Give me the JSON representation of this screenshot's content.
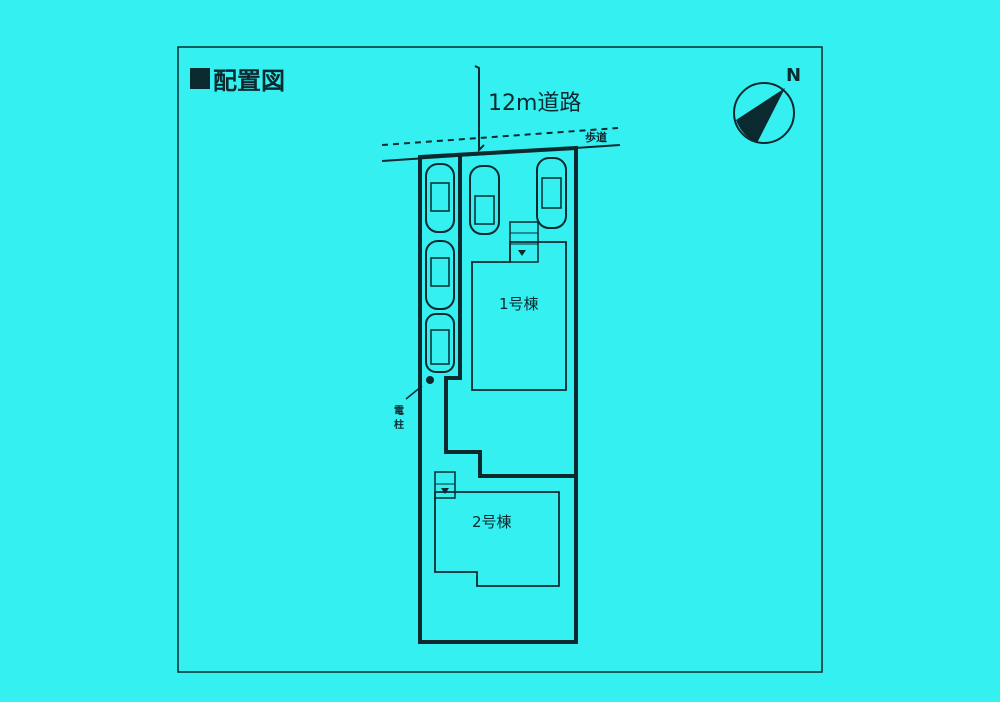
{
  "title": "配置図",
  "road_label": "12m道路",
  "sidewalk_label": "歩道",
  "building_1_label": "1号棟",
  "building_2_label": "2号棟",
  "pole_label_1": "電",
  "pole_label_2": "柱",
  "north_label": "N",
  "colors": {
    "background": "#35f0f0",
    "ink": "#0b2a30"
  }
}
